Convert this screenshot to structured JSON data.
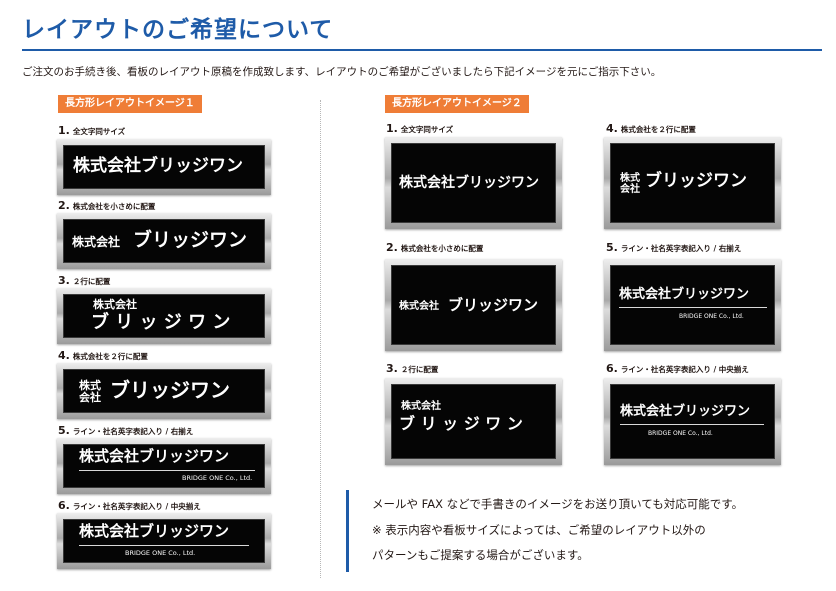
{
  "header": {
    "title": "レイアウトのご希望について",
    "intro": "ご注文のお手続き後、看板のレイアウト原稿を作成致します、レイアウトのご希望がございましたら下記イメージを元にご指示下さい。"
  },
  "layout_image_1": {
    "badge": "長方形レイアウトイメージ１",
    "items": [
      {
        "num": "1.",
        "caption": "全文字同サイズ"
      },
      {
        "num": "2.",
        "caption": "株式会社を小さめに配置"
      },
      {
        "num": "3.",
        "caption": "２行に配置"
      },
      {
        "num": "4.",
        "caption": "株式会社を２行に配置"
      },
      {
        "num": "5.",
        "caption": "ライン・社名英字表記入り / 右揃え"
      },
      {
        "num": "6.",
        "caption": "ライン・社名英字表記入り / 中央揃え"
      }
    ]
  },
  "layout_image_2": {
    "badge": "長方形レイアウトイメージ２",
    "items": [
      {
        "num": "1.",
        "caption": "全文字同サイズ"
      },
      {
        "num": "2.",
        "caption": "株式会社を小さめに配置"
      },
      {
        "num": "3.",
        "caption": "２行に配置"
      },
      {
        "num": "4.",
        "caption": "株式会社を２行に配置"
      },
      {
        "num": "5.",
        "caption": "ライン・社名英字表記入り / 右揃え"
      },
      {
        "num": "6.",
        "caption": "ライン・社名英字表記入り / 中央揃え"
      }
    ]
  },
  "sign": {
    "full_name": "株式会社ブリッジワン",
    "prefix": "株式会社",
    "prefix_line1": "株式",
    "prefix_line2": "会社",
    "name": "ブリッジワン",
    "name_spaced": "ブ リ ッ ジ ワ ン",
    "english": "BRIDGE ONE Co., Ltd."
  },
  "notes": {
    "line1": "メールや FAX などで手書きのイメージをお送り頂いても対応可能です。",
    "line2": "※ 表示内容や看板サイズによっては、ご希望のレイアウト以外の",
    "line3": "パターンもご提案する場合がございます。"
  },
  "colors": {
    "title_blue": "#1e5ba8",
    "badge_orange": "#ef7d37",
    "plate_black": "#050505"
  }
}
